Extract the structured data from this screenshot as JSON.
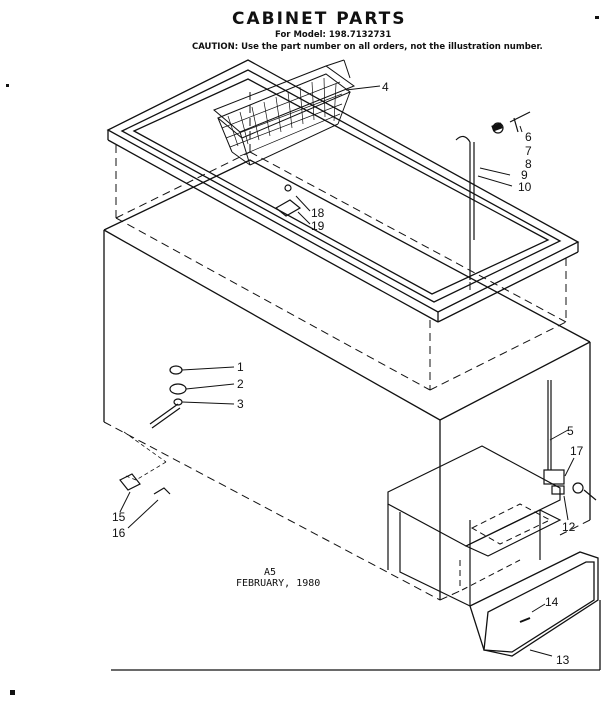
{
  "header": {
    "title": "CABINET PARTS",
    "model_line": "For Model: 198.7132731",
    "caution": "CAUTION: Use the part number on all orders, not the illustration number."
  },
  "footer": {
    "code": "A5",
    "date": "FEBRUARY, 1980"
  },
  "callouts": [
    "1",
    "2",
    "3",
    "4",
    "5",
    "6",
    "7",
    "8",
    "9",
    "10",
    "12",
    "13",
    "14",
    "15",
    "16",
    "17",
    "18",
    "19"
  ]
}
